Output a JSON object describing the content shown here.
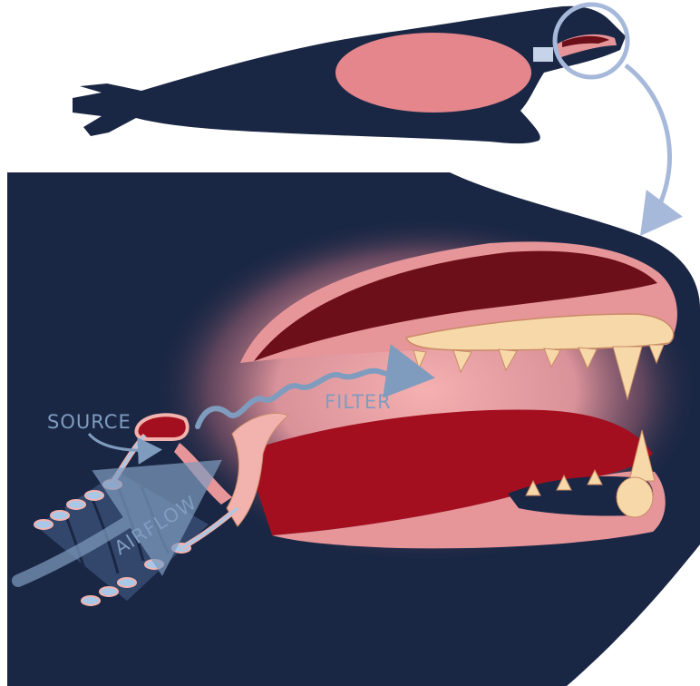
{
  "labels": {
    "source": "SOURCE",
    "filter": "FILTER",
    "airflow": "AIRFLOW"
  },
  "colors": {
    "body": "#1a2744",
    "lung_pink": "#e4868c",
    "tissue_pink": "#e69599",
    "dark_red": "#6d0f18",
    "tongue_red": "#a30f1e",
    "bone": "#f7d9a9",
    "callout_blue": "#a6b9da",
    "label_blue": "#7f9cbf",
    "cartilage_blue": "#a9c8e8",
    "trachea_slate": "#33476c"
  }
}
